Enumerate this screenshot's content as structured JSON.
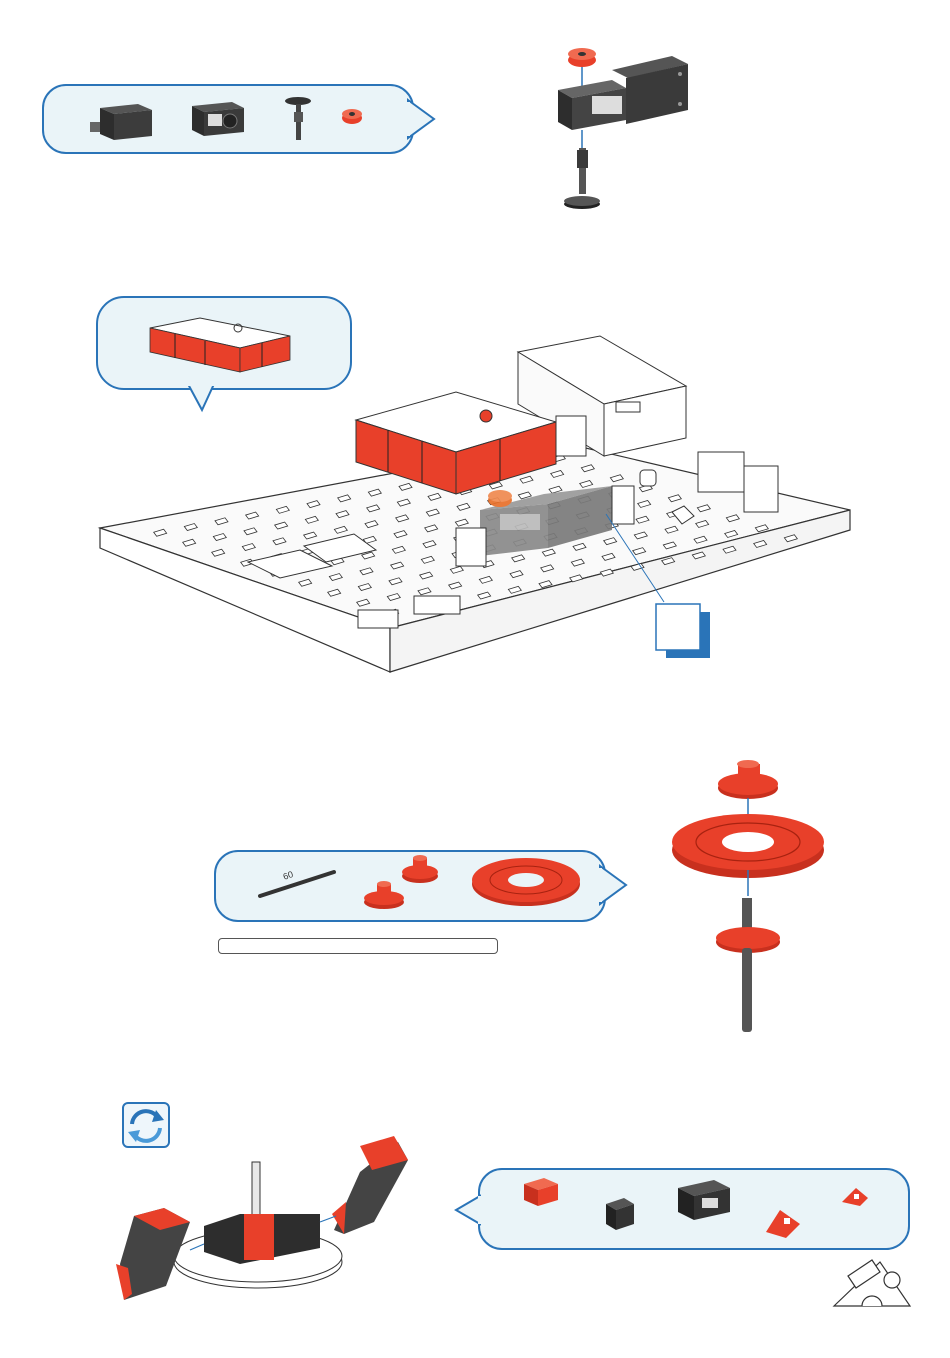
{
  "step1": {
    "parts": [
      "mini-motor",
      "gearbox",
      "worm-axle",
      "red-pulley"
    ]
  },
  "step2": {
    "parts": [
      "battery-box-red"
    ],
    "detail_marker": ""
  },
  "step3": {
    "parts": [
      "axle-60",
      "hub-nut-1",
      "hub-nut-2",
      "turntable-disc"
    ],
    "axle_length_label": "60"
  },
  "step4": {
    "parts": [
      "red-block",
      "building-block-15",
      "angle-block-black",
      "red-wedge-1",
      "red-wedge-2"
    ],
    "rotate_hint": "rotate-icon"
  },
  "colors": {
    "accent_blue": "#2a74b8",
    "bubble_bg": "#eaf4f8",
    "part_red": "#e8402a",
    "part_dark": "#3a3a3a"
  }
}
